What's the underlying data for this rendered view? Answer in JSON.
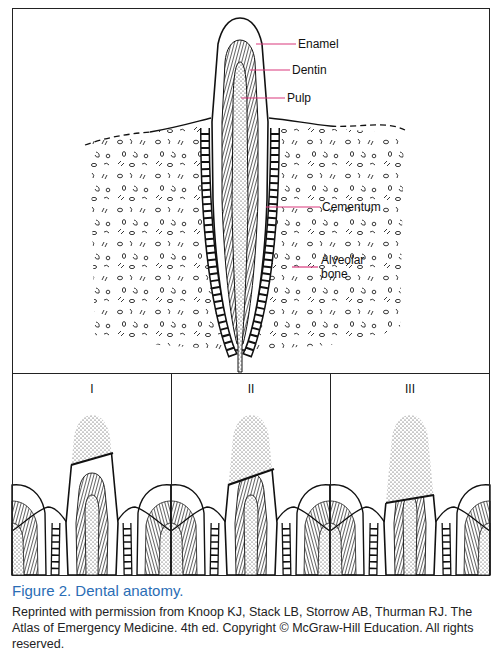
{
  "diagram": {
    "caption": "Figure 2. Dental anatomy.",
    "nodes": [
      {
        "text": [
          "I"
        ]
      },
      {
        "text": [
          "II"
        ]
      },
      {
        "text": [
          "III"
        ]
      }
    ],
    "labels": [
      "Enamel",
      "Dentin",
      "Pulp",
      "Cementum",
      "Alveolar bone",
      "Reprinted with permission from Knoop KJ, Stack LB, Storrow AB, Thurman RJ. The Atlas of Emergency Medicine. 4th ed. Copyright © McGraw-Hill Education. All rights reserved."
    ]
  }
}
